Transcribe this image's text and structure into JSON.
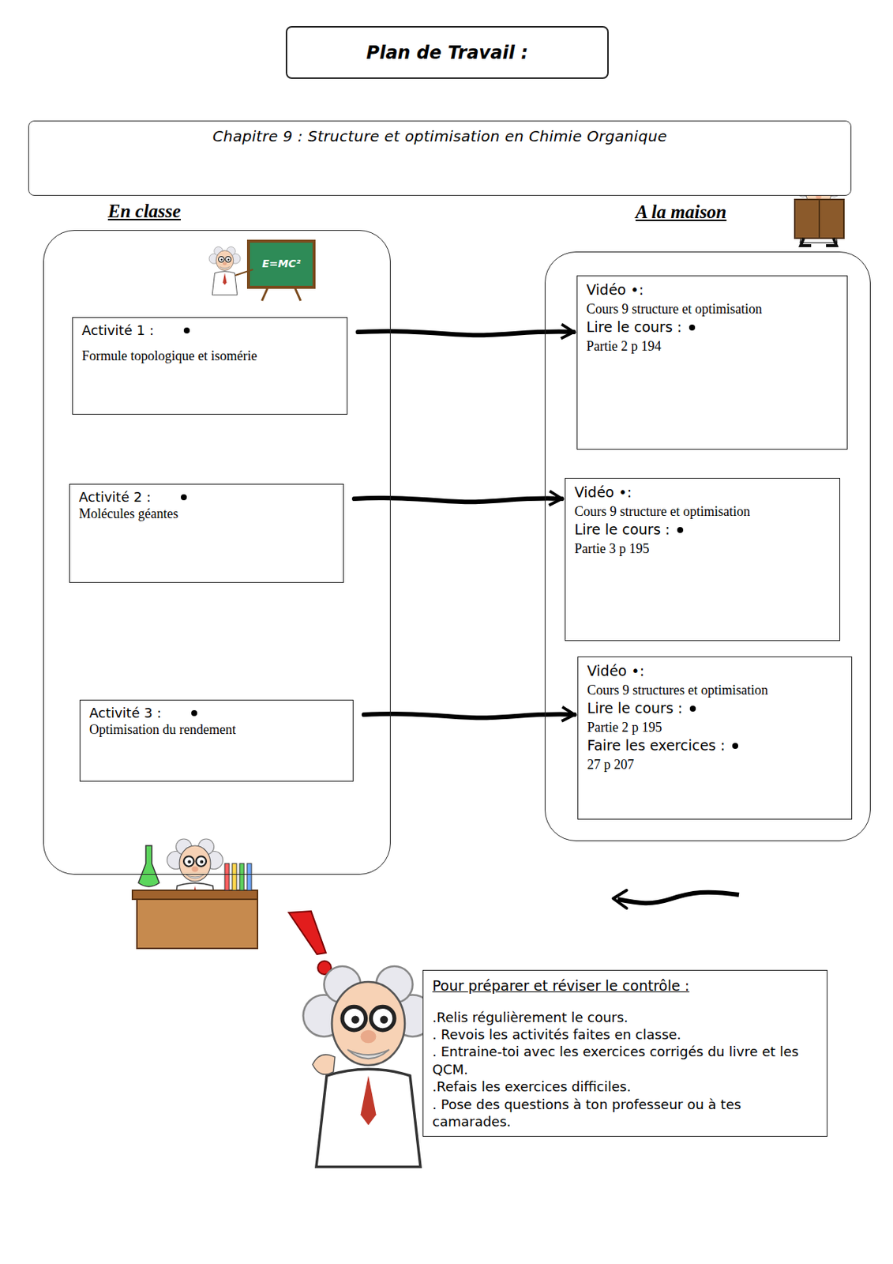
{
  "diagram": {
    "nodes": [
      {
        "text": [
          "Plan de Travail :"
        ]
      },
      {
        "text": [
          "Chapitre 9  :  Structure et optimisation en Chimie Organique"
        ]
      },
      {
        "text": [
          "En classe"
        ]
      },
      {
        "text": [
          "Activité 1 :",
          "Formule topologique et isomérie"
        ],
        "in": 2
      },
      {
        "text": [
          "Activité 2 :",
          "Molécules géantes"
        ],
        "in": 2
      },
      {
        "text": [
          "Activité 3 :",
          "Optimisation du rendement"
        ],
        "in": 2
      },
      {
        "text": [
          "A la maison"
        ]
      },
      {
        "text": [
          "Vidéo •:",
          "Cours 9 structure et optimisation",
          "Lire le cours :",
          "Partie  2   p 194"
        ],
        "in": 6
      },
      {
        "text": [
          "Vidéo •:",
          "Cours 9 structure et optimisation",
          "Lire le cours :",
          "Partie  3  p 195"
        ],
        "in": 6
      },
      {
        "text": [
          "Vidéo •:",
          "Cours 9 structures et optimisation",
          "Lire le cours :",
          "Partie 2 p 195",
          "Faire les exercices :",
          "27 p 207"
        ],
        "in": 6
      },
      {
        "text": [
          "Pour préparer et réviser le contrôle :",
          ".Relis régulièrement le cours.",
          ". Revois les activités faites en classe.",
          ". Entraine-toi avec les exercices corrigés du livre et les QCM.",
          ".Refais les exercices difficiles.",
          ". Pose des questions à ton professeur ou à tes camarades."
        ]
      }
    ],
    "edges": [
      {
        "from": 3,
        "to": 7,
        "arrow": "to"
      },
      {
        "from": 4,
        "to": 8,
        "arrow": "to"
      },
      {
        "from": 5,
        "to": 9,
        "arrow": "to"
      }
    ],
    "labels": [
      "E=MC²"
    ]
  }
}
